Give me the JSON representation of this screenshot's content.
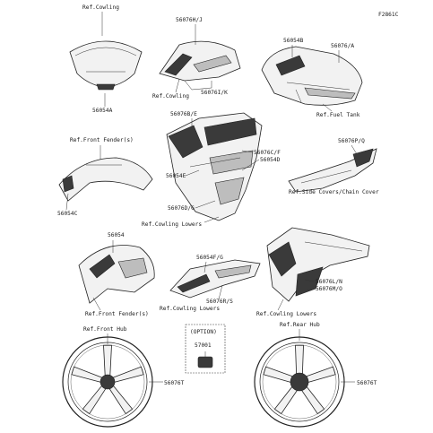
{
  "diagram_code": "F2861C",
  "labels": {
    "ref_cowling_top": "Ref.Cowling",
    "p56054A": "56054A",
    "p56076HJ": "56076H/J",
    "ref_cowling_mid": "Ref.Cowling",
    "p56076IK": "56076I/K",
    "p56054B": "56054B",
    "p56076A": "56076/A",
    "ref_fuel_tank": "Ref.Fuel Tank",
    "p56076BE": "56076B/E",
    "ref_front_fender_top": "Ref.Front Fender(s)",
    "p56076CF": "56076C/F",
    "p56054D": "56054D",
    "p56076PQ": "56076P/Q",
    "p56054E": "56054E",
    "ref_side_covers": "Ref.Side Covers/Chain Cover",
    "p56054C": "56054C",
    "p56076DG": "56076D/G",
    "ref_cowling_lowers_top": "Ref.Cowling Lowers",
    "p56054": "56054",
    "p56054FG": "56054F/G",
    "p56076LN": "56076L/N",
    "p56076MO": "56076M/O",
    "p56076RS": "56076R/S",
    "ref_front_fender_bottom": "Ref.Front Fender(s)",
    "ref_cowling_lowers_mid": "Ref.Cowling Lowers",
    "ref_cowling_lowers_right": "Ref.Cowling Lowers",
    "option": "(OPTION)",
    "p57001": "57001",
    "ref_front_hub": "Ref.Front Hub",
    "ref_rear_hub": "Ref.Rear Hub",
    "p56076T_left": "56076T",
    "p56076T_right": "56076T"
  }
}
